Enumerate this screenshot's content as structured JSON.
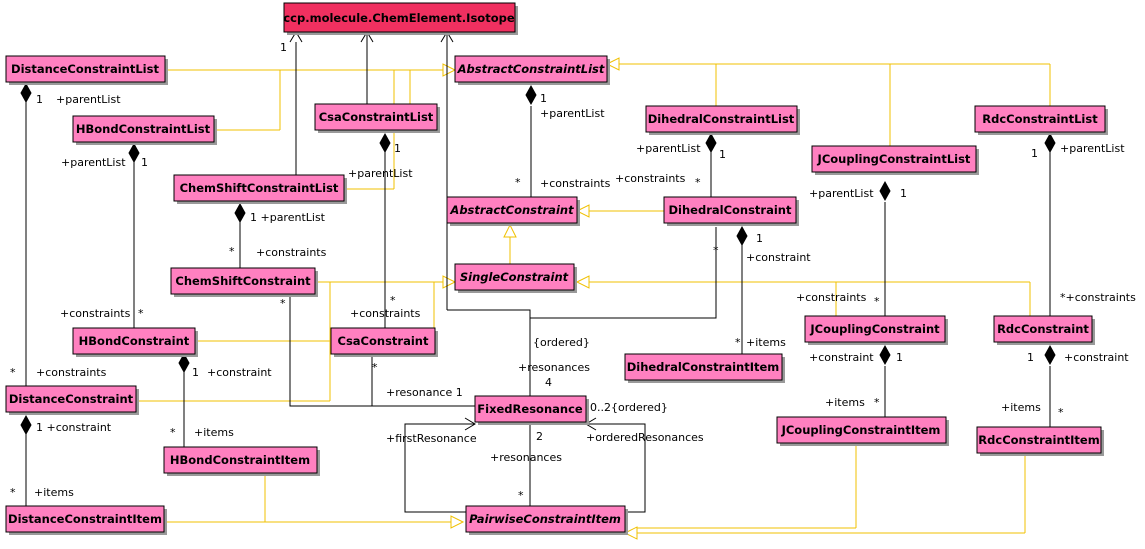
{
  "classes": {
    "isotope": "ccp.molecule.ChemElement.Isotope",
    "distance_list": "DistanceConstraintList",
    "abstract_list": "AbstractConstraintList",
    "hbond_list": "HBondConstraintList",
    "csa_list": "CsaConstraintList",
    "dihedral_list": "DihedralConstraintList",
    "rdc_list": "RdcConstraintList",
    "jcoupling_list": "JCouplingConstraintList",
    "chemshift_list": "ChemShiftConstraintList",
    "abstract_constraint": "AbstractConstraint",
    "dihedral_constraint": "DihedralConstraint",
    "chemshift_constraint": "ChemShiftConstraint",
    "single_constraint": "SingleConstraint",
    "hbond_constraint": "HBondConstraint",
    "csa_constraint": "CsaConstraint",
    "jcoupling_constraint": "JCouplingConstraint",
    "rdc_constraint": "RdcConstraint",
    "dihedral_item": "DihedralConstraintItem",
    "distance_constraint": "DistanceConstraint",
    "fixed_resonance": "FixedResonance",
    "hbond_item": "HBondConstraintItem",
    "jcoupling_item": "JCouplingConstraintItem",
    "rdc_item": "RdcConstraintItem",
    "distance_item": "DistanceConstraintItem",
    "pairwise_item": "PairwiseConstraintItem"
  },
  "labels": {
    "one": "1",
    "star": "*",
    "parent_list": "+parentList",
    "one_parent_list": "1 +parentList",
    "constraints": "+constraints",
    "star_constraints": "*+constraints",
    "constraint": "+constraint",
    "one_constraint": "1 +constraint",
    "items": "+items",
    "resonance_one": "+resonance  1",
    "resonances": "+resonances",
    "four": "4",
    "two": "2",
    "ordered": "{ordered}",
    "zero_two_ordered": "0..2{ordered}",
    "first_resonance": "+firstResonance",
    "ordered_resonances": "+orderedResonances"
  }
}
